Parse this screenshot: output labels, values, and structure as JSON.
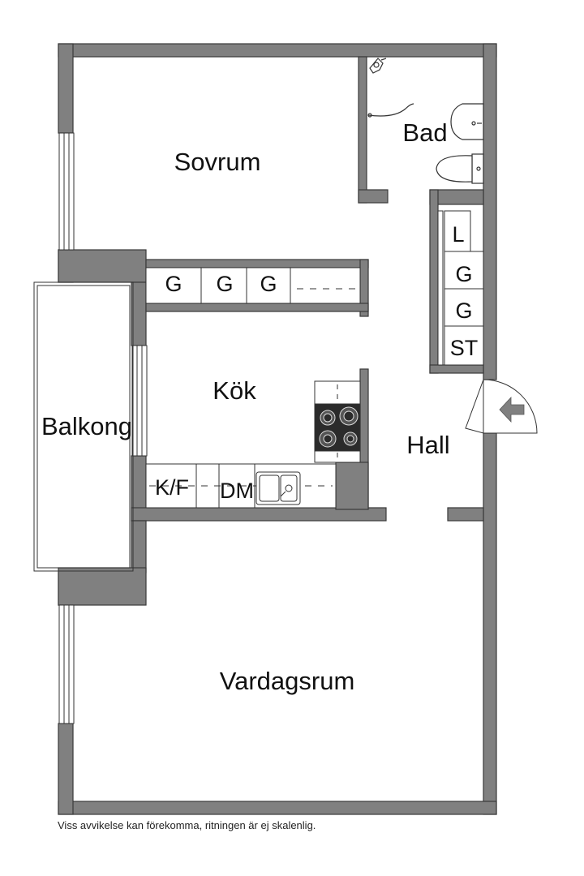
{
  "rooms": {
    "sovrum": "Sovrum",
    "bad": "Bad",
    "kok": "Kök",
    "balkong": "Balkong",
    "hall": "Hall",
    "vardagsrum": "Vardagsrum"
  },
  "fixtures": {
    "wardrobe_1": "G",
    "wardrobe_2": "G",
    "wardrobe_3": "G",
    "hall_linen": "L",
    "hall_wardrobe_1": "G",
    "hall_wardrobe_2": "G",
    "hall_storage": "ST",
    "fridge_freezer": "K/F",
    "dishwasher": "DM"
  },
  "footnote": "Viss avvikelse kan förekomma, ritningen är ej skalenlig.",
  "colors": {
    "wall_fill": "#808080",
    "wall_stroke": "#3a3a3a",
    "stove": "#2b2b2b",
    "background": "#ffffff"
  }
}
